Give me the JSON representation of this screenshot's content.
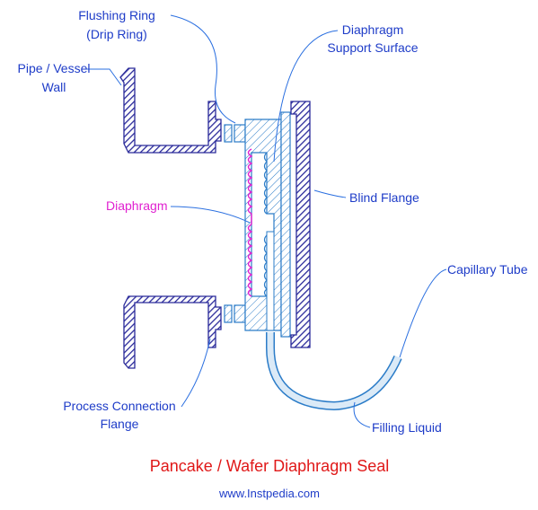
{
  "labels": {
    "flushing_ring_1": "Flushing Ring",
    "flushing_ring_2": "(Drip Ring)",
    "pipe_wall_1": "Pipe / Vessel",
    "pipe_wall_2": "Wall",
    "diaphragm_support_1": "Diaphragm",
    "diaphragm_support_2": "Support Surface",
    "blind_flange": "Blind Flange",
    "diaphragm": "Diaphragm",
    "capillary_tube": "Capillary Tube",
    "process_flange_1": "Process Connection",
    "process_flange_2": "Flange",
    "filling_liquid": "Filling Liquid"
  },
  "title": "Pancake / Wafer Diaphragm Seal",
  "url": "www.Instpedia.com",
  "colors": {
    "label": "#1e3cc8",
    "diaphragm": "#e020d0",
    "title": "#e01818",
    "dark_part": "#2a2a9a",
    "light_part": "#2b7cc8",
    "leader": "#2a6fe0"
  }
}
